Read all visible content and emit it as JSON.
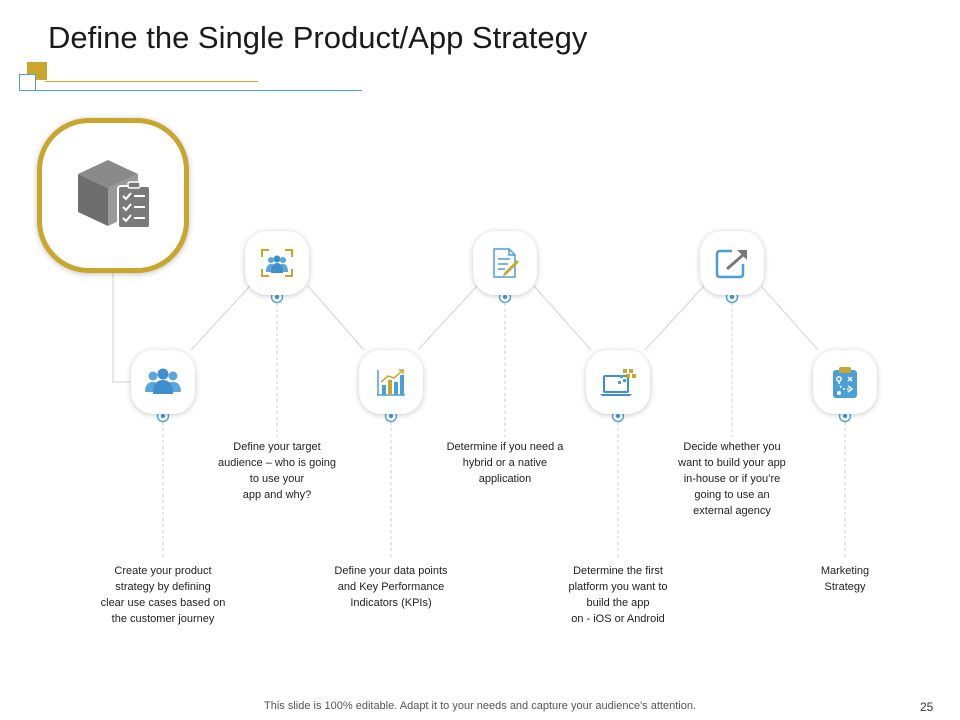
{
  "slide": {
    "title": "Define the Single Product/App Strategy",
    "footer": "This slide is 100% editable. Adapt it to your needs and capture your audience's attention.",
    "page_number": "25"
  },
  "colors": {
    "gold": "#c9a62c",
    "blue": "#4a9fd6",
    "icon_gray": "#7a7a7a"
  },
  "main_icon": {
    "icon": "box-checklist-icon"
  },
  "steps": [
    {
      "icon": "users-group-icon",
      "lines": [
        "Create your product",
        "strategy by defining",
        "clear use cases based on",
        "the customer journey"
      ]
    },
    {
      "icon": "target-audience-icon",
      "lines": [
        "Define your target",
        "audience – who is going",
        "to use your",
        "app and why?"
      ]
    },
    {
      "icon": "bar-chart-icon",
      "lines": [
        "Define your data points",
        "and Key Performance",
        "Indicators (KPIs)"
      ]
    },
    {
      "icon": "document-edit-icon",
      "lines": [
        "Determine  if you need a",
        "hybrid or a native",
        "application"
      ]
    },
    {
      "icon": "laptop-icon",
      "lines": [
        "Determine  the first",
        "platform you want to",
        "build the app",
        "on - iOS or Android"
      ]
    },
    {
      "icon": "share-arrow-icon",
      "lines": [
        "Decide whether  you",
        "want to build your app",
        "in-house or if you’re",
        "going to use an",
        "external agency"
      ]
    },
    {
      "icon": "strategy-clipboard-icon",
      "lines": [
        "Marketing",
        "Strategy"
      ]
    }
  ]
}
